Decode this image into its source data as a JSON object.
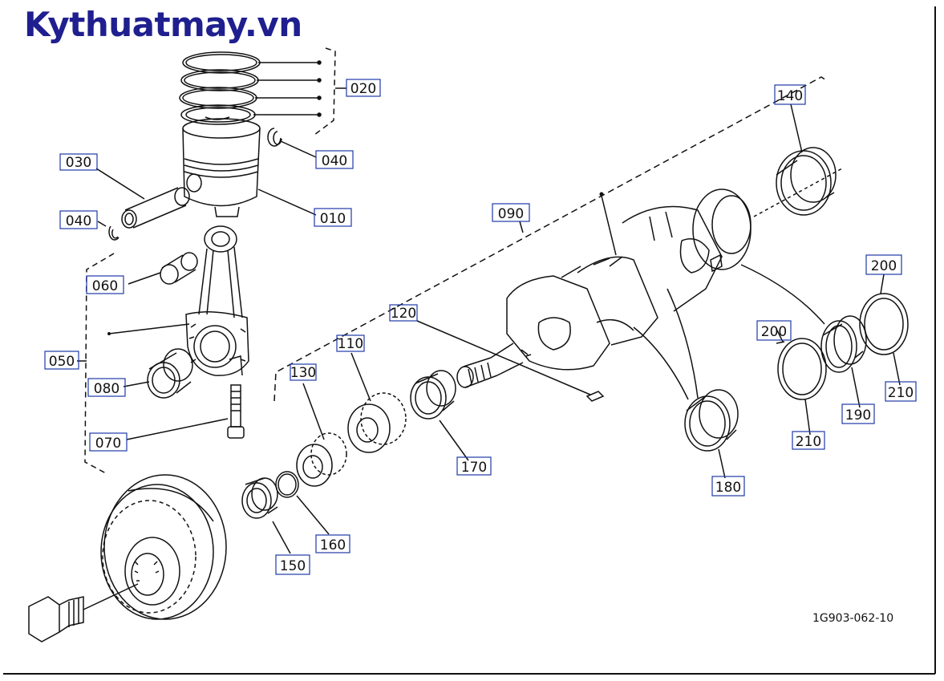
{
  "brand": {
    "text": "Kythuatmay.vn",
    "color": "#1f1f8f"
  },
  "figure_code": "1G903-062-10",
  "colors": {
    "line": "#111111",
    "label_box": "#1f3aa8",
    "background": "#ffffff"
  },
  "labels": {
    "p010": "010",
    "p020": "020",
    "p030": "030",
    "p040a": "040",
    "p040b": "040",
    "p050": "050",
    "p060": "060",
    "p070": "070",
    "p080": "080",
    "p090": "090",
    "p110": "110",
    "p120": "120",
    "p130": "130",
    "p140": "140",
    "p150": "150",
    "p160": "160",
    "p170": "170",
    "p180": "180",
    "p190": "190",
    "p200a": "200",
    "p200b": "200",
    "p210a": "210",
    "p210b": "210"
  }
}
